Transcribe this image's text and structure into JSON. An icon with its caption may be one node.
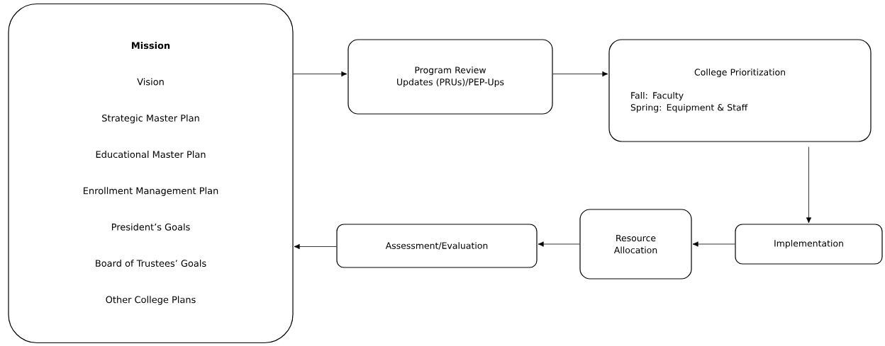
{
  "diagram": {
    "nodes": [
      {
        "text": [
          "Mission",
          "Vision",
          "Strategic Master Plan",
          "Educational Master Plan",
          "Enrollment Management Plan",
          "President’s Goals",
          "Board of Trustees’ Goals",
          "Other College Plans"
        ]
      },
      {
        "text": [
          "Program Review Updates (PRUs)/PEP-Ups"
        ]
      },
      {
        "text": [
          "College Prioritization",
          "Fall: Faculty",
          "Spring: Equipment & Staff"
        ]
      },
      {
        "text": [
          "Assessment/Evaluation"
        ]
      },
      {
        "text": [
          "Resource Allocation"
        ]
      },
      {
        "text": [
          "Implementation"
        ]
      }
    ],
    "edges": [
      {
        "from": 0,
        "to": 1,
        "arrow": "to"
      },
      {
        "from": 1,
        "to": 2,
        "arrow": "to"
      },
      {
        "from": 2,
        "to": 5,
        "arrow": "to"
      },
      {
        "from": 5,
        "to": 4,
        "arrow": "to"
      },
      {
        "from": 4,
        "to": 3,
        "arrow": "to"
      },
      {
        "from": 3,
        "to": 0,
        "arrow": "to"
      }
    ]
  }
}
